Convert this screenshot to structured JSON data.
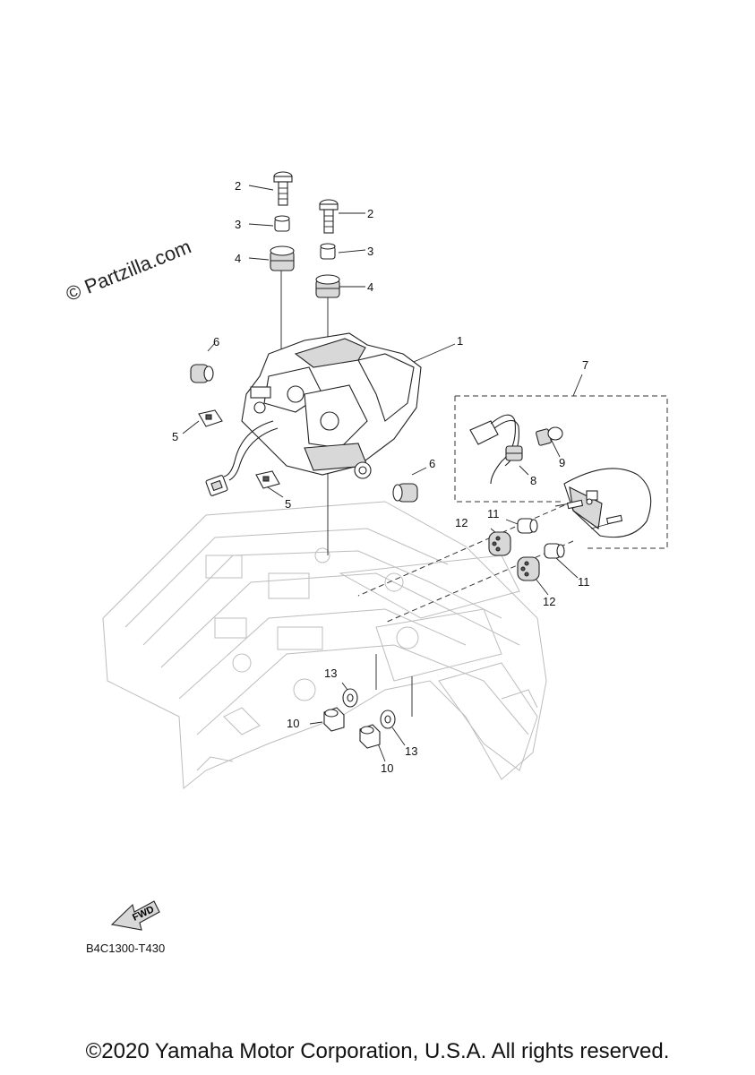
{
  "watermark": "© Partzilla.com",
  "diagram_code": "B4C1300-T430",
  "fwd_label": "FWD",
  "copyright": "©2020 Yamaha Motor Corporation, U.S.A. All rights reserved.",
  "callouts": {
    "c1": "1",
    "c2a": "2",
    "c2b": "2",
    "c3a": "3",
    "c3b": "3",
    "c4a": "4",
    "c4b": "4",
    "c5a": "5",
    "c5b": "5",
    "c6a": "6",
    "c6b": "6",
    "c7": "7",
    "c8": "8",
    "c9": "9",
    "c10a": "10",
    "c10b": "10",
    "c11a": "11",
    "c11b": "11",
    "c12a": "12",
    "c12b": "12",
    "c13a": "13",
    "c13b": "13"
  }
}
